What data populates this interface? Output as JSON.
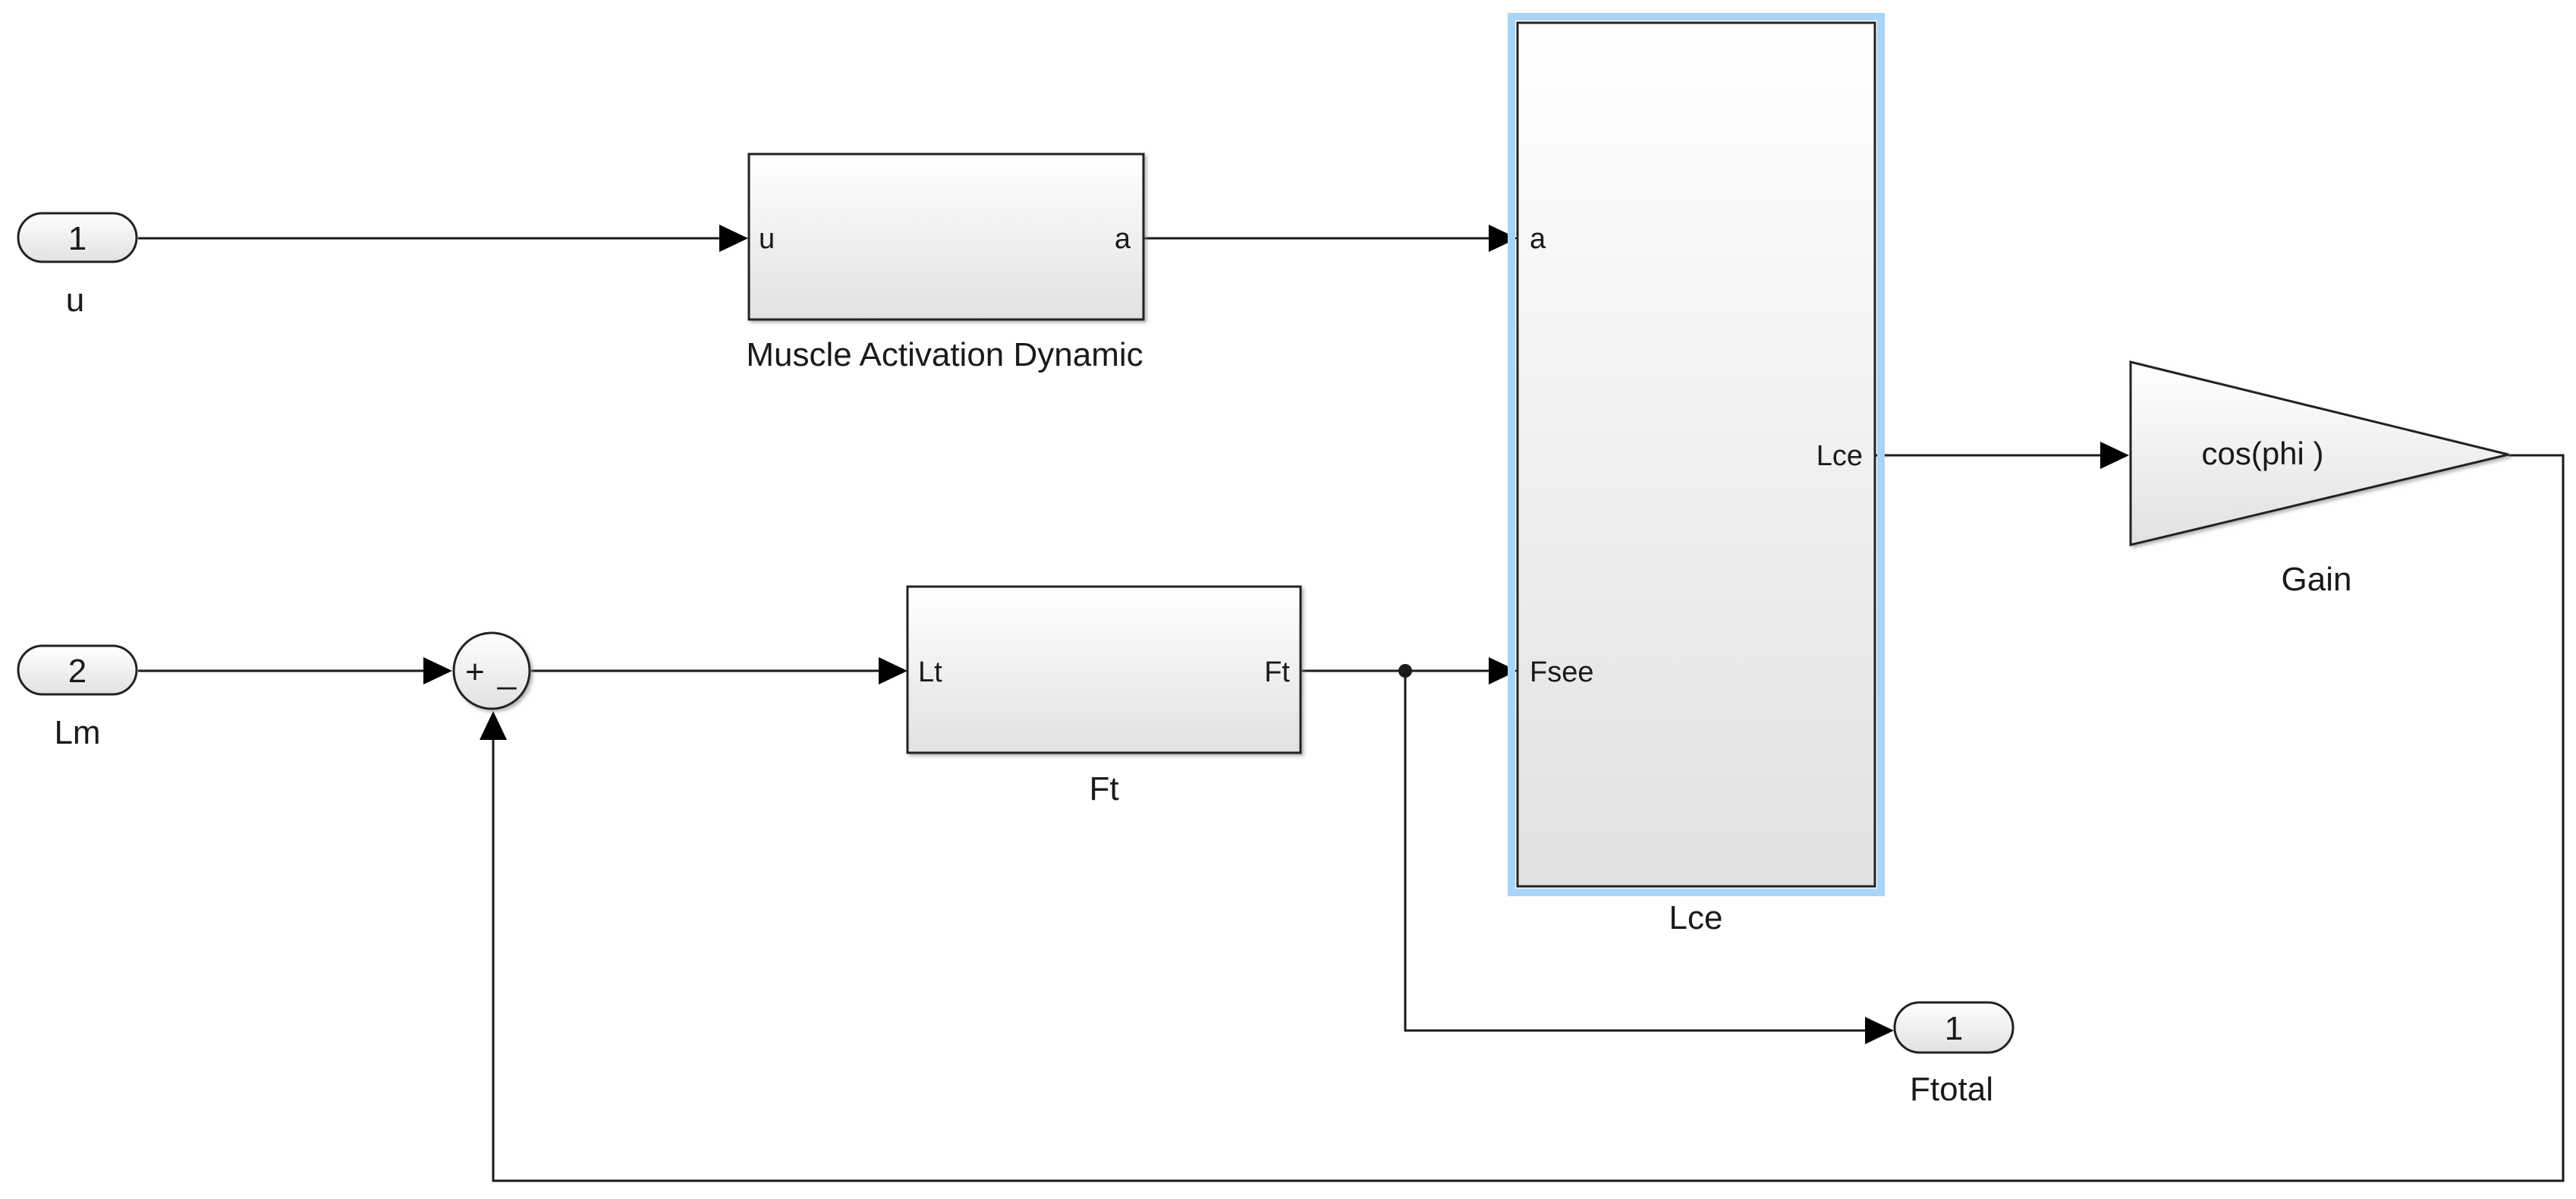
{
  "diagram": {
    "inports": [
      {
        "number": "1",
        "name": "u"
      },
      {
        "number": "2",
        "name": "Lm"
      }
    ],
    "outports": [
      {
        "number": "1",
        "name": "Ftotal"
      }
    ],
    "sum_block": {
      "plus_sign": "+",
      "minus_sign": "_"
    },
    "blocks": {
      "muscle_activation": {
        "name": "Muscle Activation Dynamic",
        "input_port": "u",
        "output_port": "a"
      },
      "ft": {
        "name": "Ft",
        "input_port": "Lt",
        "output_port": "Ft"
      },
      "lce": {
        "name": "Lce",
        "input_port_a": "a",
        "input_port_fsee": "Fsee",
        "output_port": "Lce",
        "selected": true,
        "selection_color": "#a9d4f5"
      },
      "gain": {
        "name": "Gain",
        "expression": "cos(phi )"
      }
    }
  },
  "colors": {
    "line": "#1a1a1a",
    "block_border": "#222222",
    "block_fill_top": "#ffffff",
    "block_fill_bottom": "#e1e1e1",
    "selection": "#a9d4f5"
  }
}
